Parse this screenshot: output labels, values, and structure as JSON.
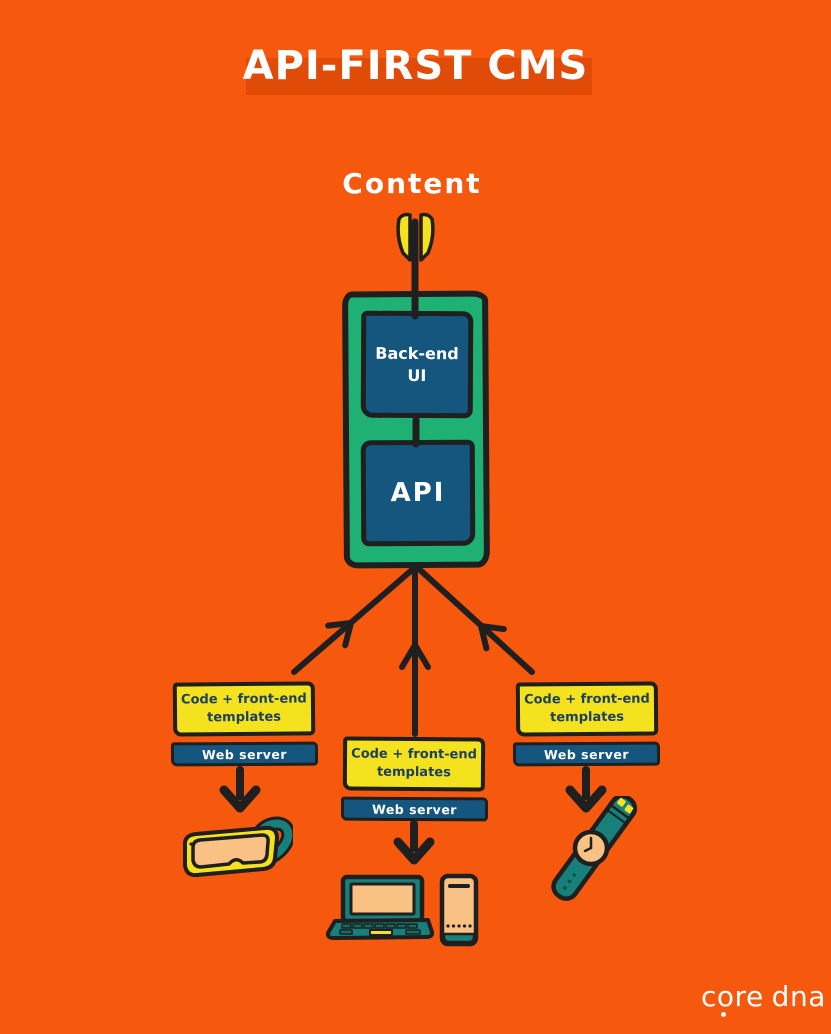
{
  "title": "API-FIRST CMS",
  "content_label": "Content",
  "cms": {
    "backend_label": "Back-end UI",
    "api_label": "API"
  },
  "channels": [
    {
      "template_label": "Code + front-end templates",
      "server_label": "Web server",
      "device": "goggles"
    },
    {
      "template_label": "Code + front-end templates",
      "server_label": "Web server",
      "device": "laptop and phone"
    },
    {
      "template_label": "Code + front-end templates",
      "server_label": "Web server",
      "device": "watch"
    }
  ],
  "logo": {
    "c": "c",
    "o": "o",
    "re": "re",
    "dna": "dna"
  },
  "colors": {
    "background": "#F6590E",
    "banner": "#E04B07",
    "green": "#1FB173",
    "navy": "#15567F",
    "yellow": "#F4E21F",
    "teal": "#17807A",
    "peach": "#F9C184",
    "outline": "#1F1F1F",
    "text_light": "#FFFFFF",
    "text_dark": "#1B4060"
  }
}
